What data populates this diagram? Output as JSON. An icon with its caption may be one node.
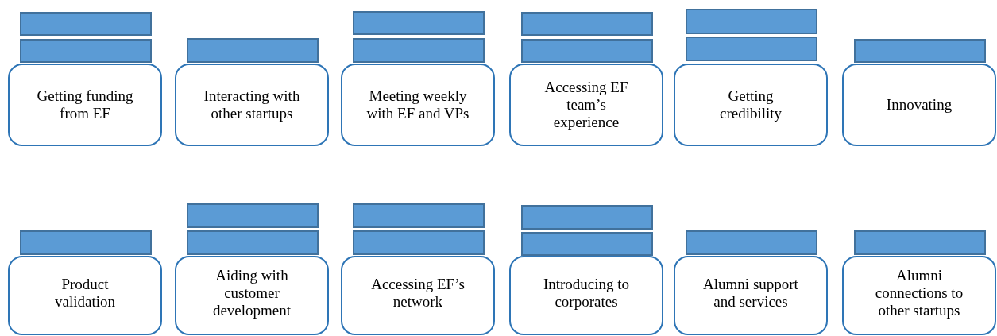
{
  "diagram": {
    "nodes": [
      {
        "text": [
          "Getting funding from EF"
        ]
      },
      {
        "text": [
          "Interacting with other startups"
        ]
      },
      {
        "text": [
          "Meeting weekly with EF and VPs"
        ]
      },
      {
        "text": [
          "Accessing EF team’s experience"
        ]
      },
      {
        "text": [
          "Getting credibility"
        ]
      },
      {
        "text": [
          "Innovating"
        ]
      },
      {
        "text": [
          "Product validation"
        ]
      },
      {
        "text": [
          "Aiding with customer development"
        ]
      },
      {
        "text": [
          "Accessing EF’s network"
        ]
      },
      {
        "text": [
          "Introducing to corporates"
        ]
      },
      {
        "text": [
          "Alumni support and services"
        ]
      },
      {
        "text": [
          "Alumni connections to other startups"
        ]
      },
      {
        "text": [],
        "shape": "bar"
      },
      {
        "text": [],
        "shape": "bar"
      },
      {
        "text": [],
        "shape": "bar"
      },
      {
        "text": [],
        "shape": "bar"
      },
      {
        "text": [],
        "shape": "bar"
      },
      {
        "text": [],
        "shape": "bar"
      },
      {
        "text": [],
        "shape": "bar"
      },
      {
        "text": [],
        "shape": "bar"
      },
      {
        "text": [],
        "shape": "bar"
      },
      {
        "text": [],
        "shape": "bar"
      },
      {
        "text": [],
        "shape": "bar"
      },
      {
        "text": [],
        "shape": "bar"
      },
      {
        "text": [],
        "shape": "bar"
      },
      {
        "text": [],
        "shape": "bar"
      },
      {
        "text": [],
        "shape": "bar"
      },
      {
        "text": [],
        "shape": "bar"
      },
      {
        "text": [],
        "shape": "bar"
      },
      {
        "text": [],
        "shape": "bar"
      },
      {
        "text": [],
        "shape": "bar"
      }
    ],
    "edges": []
  }
}
